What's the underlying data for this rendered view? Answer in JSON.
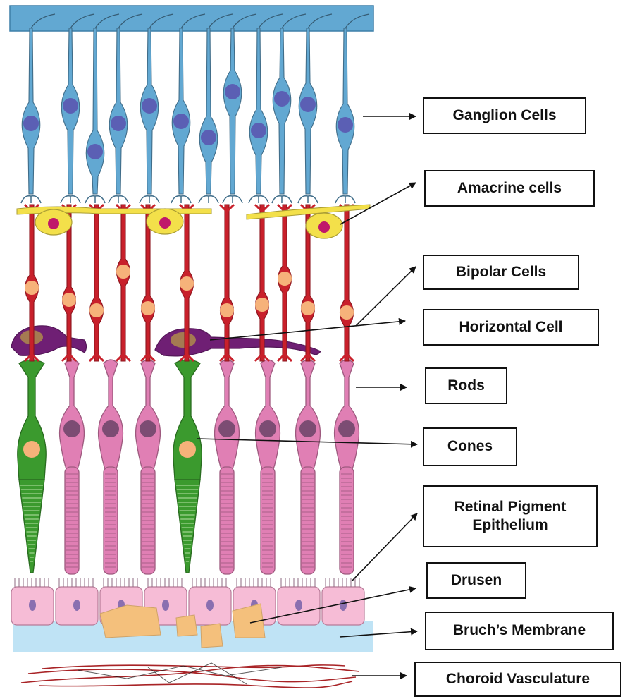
{
  "labels": {
    "ganglion": "Ganglion Cells",
    "amacrine": "Amacrine cells",
    "bipolar": "Bipolar Cells",
    "horizontal": "Horizontal Cell",
    "rods": "Rods",
    "cones": "Cones",
    "rpe_line1": "Retinal Pigment",
    "rpe_line2": "Epithelium",
    "drusen": "Drusen",
    "bruch": "Bruch’s Membrane",
    "choroid": "Choroid Vasculature"
  },
  "colors": {
    "ganglion": "#62a8d2",
    "nucleus_blue": "#5b5fb4",
    "amacrine": "#f3e04a",
    "amacrine_nucleus": "#c0186a",
    "bipolar": "#c8202b",
    "bipolar_nucleus": "#f6b27a",
    "horizontal": "#6f1f74",
    "horizontal_nucleus": "#a57a52",
    "rod": "#e07fb4",
    "rod_nucleus": "#7c4c73",
    "cone": "#3b9a2e",
    "cone_nucleus": "#f6b27a",
    "rpe": "#f6bcd6",
    "drusen": "#f4c07c",
    "bruch": "#bfe3f5",
    "choroid": "#a82326"
  }
}
